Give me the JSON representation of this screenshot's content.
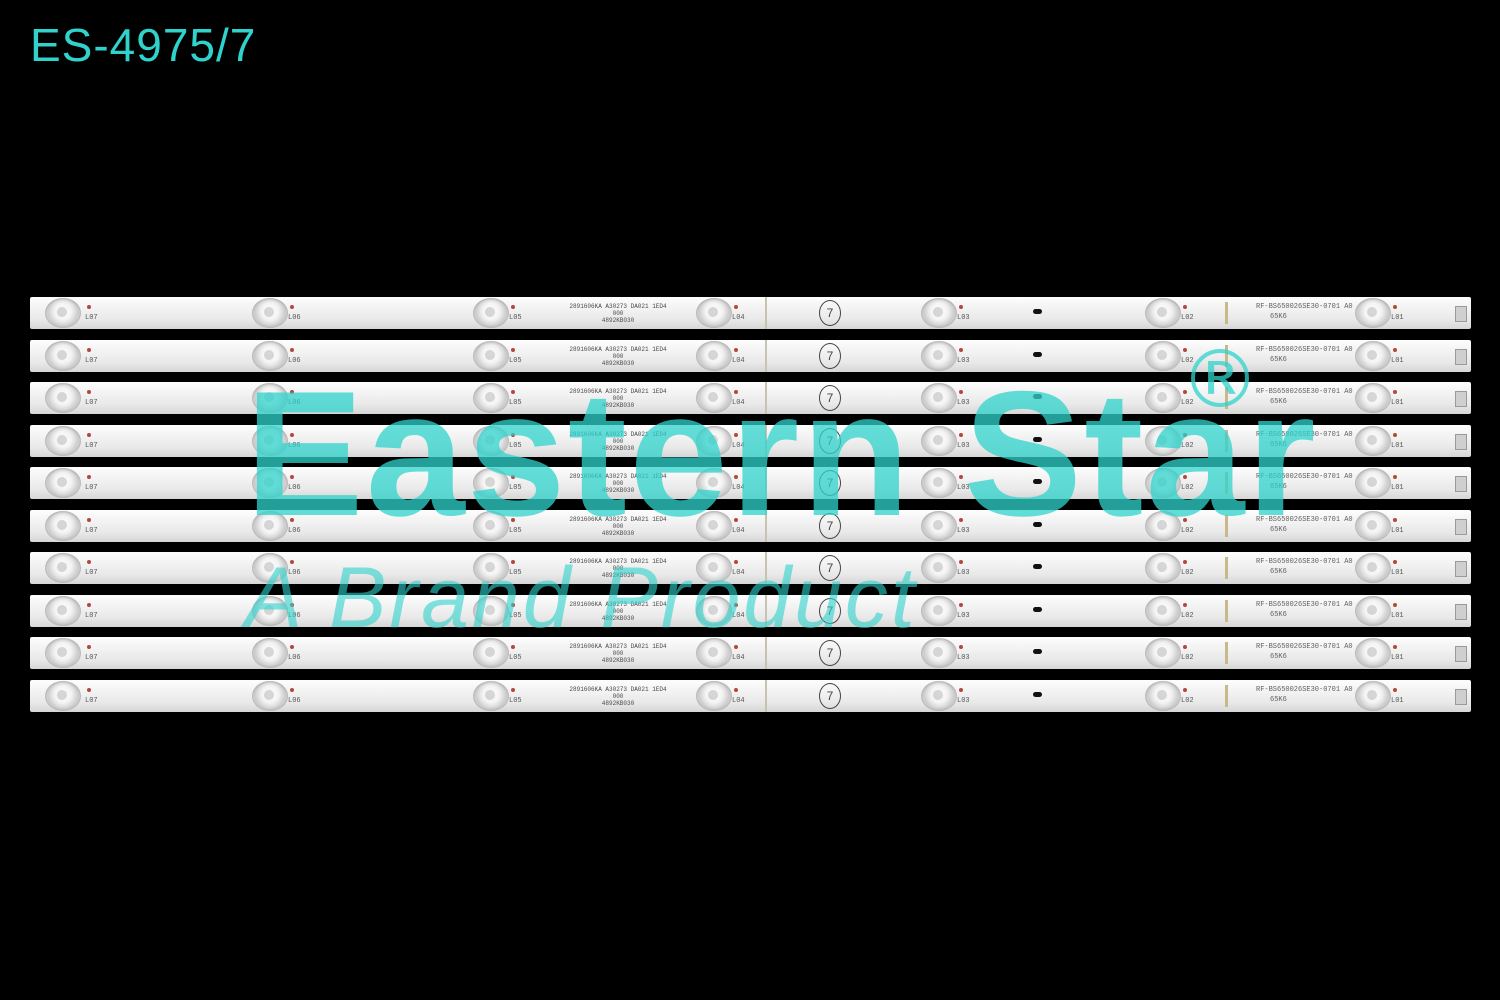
{
  "product_code": "ES-4975/7",
  "watermark": {
    "brand": "Eastern Star",
    "registered_mark": "®",
    "tagline": "A Brand Product"
  },
  "strip": {
    "count": 10,
    "part_number": "RF-BS650026SE30-0701 A0",
    "part_sub": "65K6",
    "pcb_code_line1": "2891606KA A30273 DA021 1ED4 000",
    "pcb_code_line2": "4892KB030",
    "circle_mark": "7",
    "led_labels": [
      "L07",
      "L06",
      "L05",
      "L04",
      "L03",
      "L02",
      "L01"
    ]
  },
  "colors": {
    "background": "#000000",
    "watermark": "#2fd3cc",
    "strip": "#f2f2f2"
  }
}
